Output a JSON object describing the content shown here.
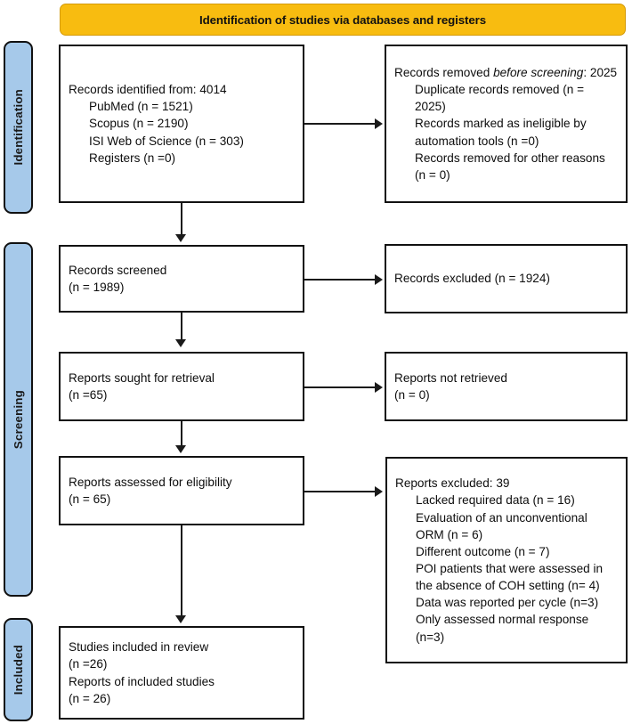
{
  "header": {
    "title": "Identification of studies via databases and registers",
    "background_color": "#F8BC10"
  },
  "stages": {
    "identification": "Identification",
    "screening": "Screening",
    "included": "Included",
    "background_color": "#A6C9EA"
  },
  "boxes": {
    "identified": {
      "title": "Records identified from: 4014",
      "items": [
        "PubMed (n = 1521)",
        "Scopus (n = 2190)",
        "ISI Web of Science (n = 303)",
        "Registers (n =0)"
      ]
    },
    "removed": {
      "title_pre": "Records removed ",
      "title_italic": "before screening",
      "title_post": ": 2025",
      "items": [
        "Duplicate records removed (n = 2025)",
        "Records marked as ineligible by automation tools (n =0)",
        "Records removed for other reasons (n = 0)"
      ]
    },
    "screened": {
      "line1": "Records screened",
      "line2": "(n = 1989)"
    },
    "excluded_records": {
      "line1": "Records excluded (n = 1924)"
    },
    "sought": {
      "line1": "Reports sought for retrieval",
      "line2": "(n =65)"
    },
    "not_retrieved": {
      "line1": "Reports not retrieved",
      "line2": "(n = 0)"
    },
    "assessed": {
      "line1": "Reports assessed for eligibility",
      "line2": "(n = 65)"
    },
    "excluded_reports": {
      "title": "Reports excluded: 39",
      "items": [
        "Lacked required data (n = 16)",
        "Evaluation of an unconventional ORM (n = 6)",
        "Different outcome (n = 7)",
        "POI patients that were assessed in the absence of COH setting (n= 4)",
        "Data was reported per cycle (n=3)",
        "Only assessed normal response (n=3)"
      ]
    },
    "included": {
      "line1": "Studies included in review",
      "line2": "(n =26)",
      "line3": "Reports of included studies",
      "line4": "(n = 26)"
    }
  },
  "chart_data": {
    "type": "table",
    "title": "PRISMA 2020 flow diagram: Identification of studies via databases and registers",
    "stages": [
      "Identification",
      "Screening",
      "Included"
    ],
    "nodes": [
      {
        "id": "identified",
        "label": "Records identified from",
        "total": 4014,
        "breakdown": {
          "PubMed": 1521,
          "Scopus": 2190,
          "ISI Web of Science": 303,
          "Registers": 0
        }
      },
      {
        "id": "removed_before_screening",
        "label": "Records removed before screening",
        "total": 2025,
        "breakdown": {
          "Duplicate records removed": 2025,
          "Records marked as ineligible by automation tools": 0,
          "Records removed for other reasons": 0
        }
      },
      {
        "id": "screened",
        "label": "Records screened",
        "total": 1989
      },
      {
        "id": "records_excluded",
        "label": "Records excluded",
        "total": 1924
      },
      {
        "id": "sought_for_retrieval",
        "label": "Reports sought for retrieval",
        "total": 65
      },
      {
        "id": "not_retrieved",
        "label": "Reports not retrieved",
        "total": 0
      },
      {
        "id": "assessed_for_eligibility",
        "label": "Reports assessed for eligibility",
        "total": 65
      },
      {
        "id": "reports_excluded",
        "label": "Reports excluded",
        "total": 39,
        "breakdown": {
          "Lacked required data": 16,
          "Evaluation of an unconventional ORM": 6,
          "Different outcome": 7,
          "POI patients that were assessed in the absence of COH setting": 4,
          "Data was reported per cycle": 3,
          "Only assessed normal response": 3
        }
      },
      {
        "id": "studies_included",
        "label": "Studies included in review",
        "total": 26
      },
      {
        "id": "reports_of_included",
        "label": "Reports of included studies",
        "total": 26
      }
    ]
  }
}
